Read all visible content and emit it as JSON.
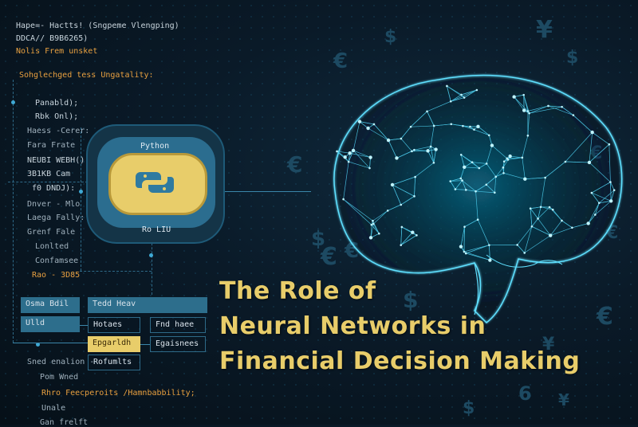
{
  "title_lines": [
    "The Role of",
    "Neural Networks in",
    "Financial Decision Making"
  ],
  "code_lines": [
    "Hape=- Hactts! (Sngpeme Vlengping)",
    "DDCA// B9B6265)",
    "Nolis Frem unsket",
    "Sohglechged tess  Ungatality:",
    "Panabld);",
    "Rbk Onl);",
    "Haess -Cerer:",
    "Fara Frate",
    "NEUBI WEBH();",
    "3B1KB Cam",
    "f0  DNDJ):",
    "Dnver - Mlo",
    "Laega Fally:",
    "Grenf Fale",
    "Lonlted",
    "Confamsee",
    "Rao - 3D85",
    "Sned enalion -",
    "Pom Wned",
    "Rhro Feecperoits /Hamnbabbility;",
    "Unale",
    "Gan frelft"
  ],
  "python_block": {
    "top_label": "Python",
    "bottom_label": "Ro LIU"
  },
  "flow_boxes": {
    "left_top": "Osma Bdil",
    "left_bottom": "Ulld",
    "mid_top": "Tedd Heav",
    "mid_1": "Hotaes",
    "mid_2": "Epgarldh",
    "mid_3": "Rofumlts",
    "right_1": "Fnd haee",
    "right_2": "Egaisnees"
  },
  "currency_symbols": [
    "$",
    "¥",
    "€",
    "$",
    "€",
    "€",
    "$",
    "€",
    "€",
    "$",
    "€",
    "¥",
    "$",
    "¥",
    "€",
    "6"
  ],
  "colors": {
    "title": "#e8cd6a",
    "accent": "#3fa9d4",
    "brain_glow": "#5fe0ff",
    "code_orange": "#e8a040"
  }
}
